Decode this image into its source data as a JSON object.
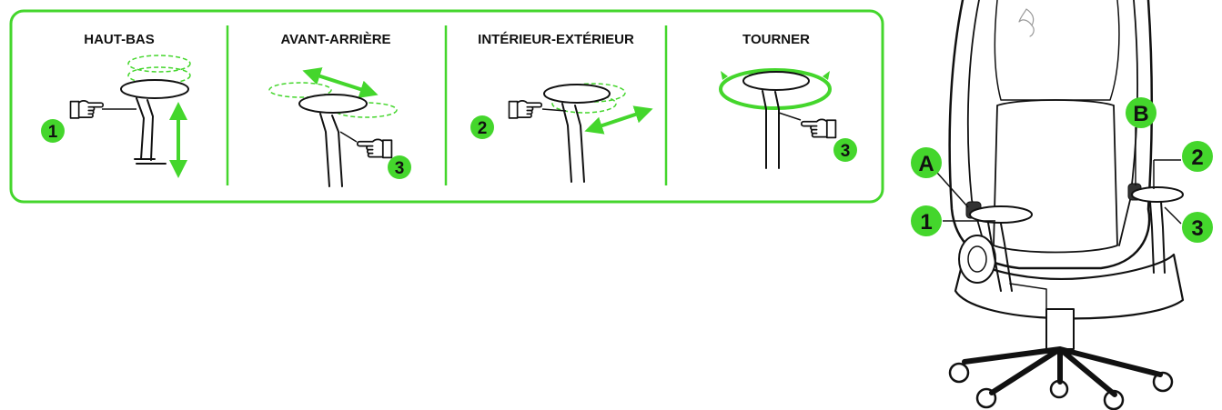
{
  "colors": {
    "accent": "#44d62c",
    "ink": "#111111",
    "background": "#ffffff"
  },
  "panels": [
    {
      "title": "HAUT-BAS",
      "badge": "1"
    },
    {
      "title": "AVANT-ARRIÈRE",
      "badge": "3"
    },
    {
      "title": "INTÉRIEUR-EXTÉRIEUR",
      "badge": "2"
    },
    {
      "title": "TOURNER",
      "badge": "3"
    }
  ],
  "chair_callouts": [
    {
      "label": "A"
    },
    {
      "label": "B"
    },
    {
      "label": "1"
    },
    {
      "label": "2"
    },
    {
      "label": "3"
    }
  ],
  "icons": [
    "pointing-hand-icon",
    "double-arrow-icon",
    "rotate-arrow-icon",
    "razer-logo-icon"
  ]
}
